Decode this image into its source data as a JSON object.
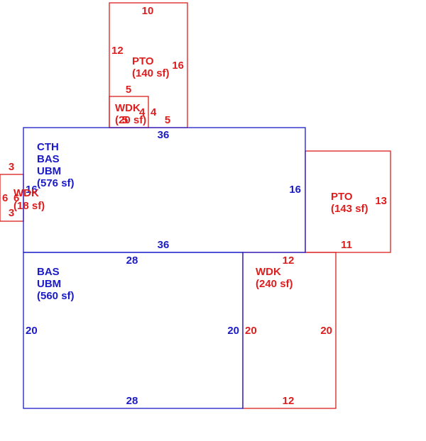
{
  "colors": {
    "main": "#1a1ac8",
    "addition": "#dc1e1e"
  },
  "areas": [
    {
      "id": "cth_bas_ubm",
      "lines": [
        "CTH",
        "BAS",
        "UBM",
        "(576 sf)"
      ],
      "dims": {
        "top": "36",
        "bottom": "36",
        "left": "16",
        "right": "16"
      }
    },
    {
      "id": "bas_ubm",
      "lines": [
        "BAS",
        "UBM",
        "(560 sf)"
      ],
      "dims": {
        "top": "28",
        "bottom": "28",
        "left": "20",
        "right": "20"
      }
    },
    {
      "id": "pto_top",
      "lines": [
        "PTO",
        "(140 sf)"
      ],
      "dims": {
        "top": "10",
        "left": "12",
        "right": "16",
        "inner_left": "5",
        "bottom": "5"
      }
    },
    {
      "id": "wdk_small",
      "lines": [
        "WDK",
        "(20 sf)"
      ],
      "dims": {
        "left": "4",
        "right": "4",
        "bottom": "5"
      }
    },
    {
      "id": "pto_right",
      "lines": [
        "PTO",
        "(143 sf)"
      ],
      "dims": {
        "right": "13",
        "bottom": "11"
      }
    },
    {
      "id": "wdk_left",
      "lines": [
        "WDK",
        "(18 sf)"
      ],
      "dims": {
        "top": "3",
        "bottom": "3",
        "left": "6",
        "right": "6"
      }
    },
    {
      "id": "wdk_big",
      "lines": [
        "WDK",
        "(240 sf)"
      ],
      "dims": {
        "top": "12",
        "bottom": "12",
        "left": "20",
        "right": "20"
      }
    }
  ]
}
